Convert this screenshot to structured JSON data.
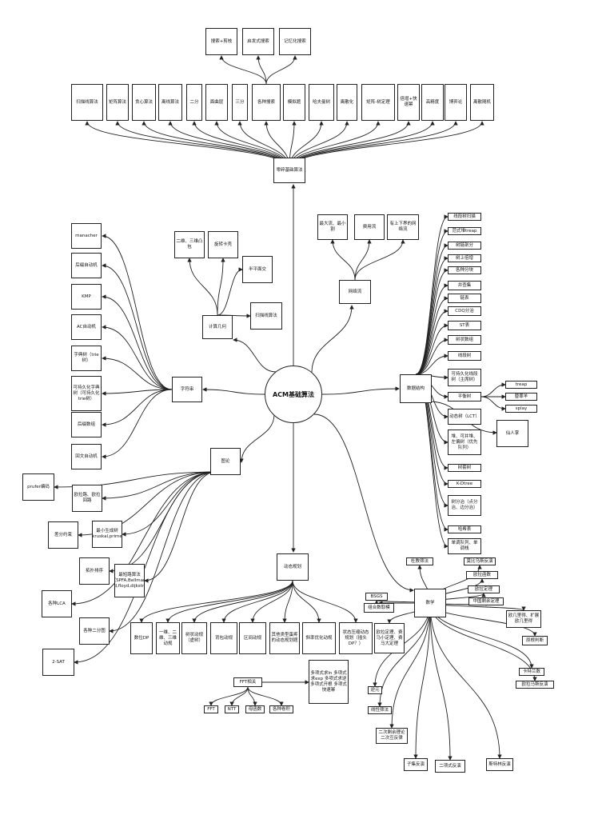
{
  "root": "ACM基础算法",
  "categories": {
    "basic": "零碎基础算法",
    "geometry": "计算几何",
    "netflow": "网络流",
    "datastruct": "数据结构",
    "string": "字符串",
    "graph": "图论",
    "dp": "动态规划",
    "math": "数学",
    "fft": "FFT相关"
  },
  "basic_children": [
    "扫描线算法",
    "矩阵算法",
    "贪心算法",
    "离线算法",
    "二分",
    "面曲层",
    "三分",
    "各种搜索",
    "模拟题",
    "哈夫曼树",
    "离散化",
    "矩阵-树定理",
    "倍增+快速幂",
    "高精度",
    "博弈论",
    "离散随机"
  ],
  "search_children": [
    "搜索+剪枝",
    "启发式搜索",
    "记忆化搜索"
  ],
  "geometry_children": [
    "二维、三维凸包",
    "旋转卡壳",
    "半平面交",
    "扫描线算法"
  ],
  "netflow_children": [
    "最大流、最小割",
    "费用流",
    "有上下界的网络流"
  ],
  "datastruct_children": [
    "线段树扫描",
    "范式堆treap",
    "树链剖分",
    "树上倍增",
    "各种分块",
    "并查集",
    "链表",
    "CDQ分治",
    "ST表",
    "树状数组",
    "线段树",
    "可持久化线段树（主席树）",
    "平衡树",
    "动态树（LCT）",
    "堆、可并堆、左偏树（优先队列）",
    "树套树",
    "K-Dtree",
    "树分治（点分治、边分治）",
    "哈希表",
    "单调队列、单调栈"
  ],
  "balanced_children": [
    "treap",
    "替罪羊",
    "splay"
  ],
  "lct_extra": "仙人掌",
  "string_children": [
    "manacher",
    "后缀自动机",
    "KMP",
    "AC自动机",
    "字典树（trie树）",
    "可持久化字典树（可持久化trie树）",
    "后缀数组",
    "回文自动机"
  ],
  "graph_children": [
    "prufer编码",
    "欧拉路、欧拉回路",
    "差分约束",
    "最小生成树（kruskal,prime）",
    "拓扑排序",
    "最短路算法（SPFA,Bellman-ford,floyd,dijkstra）",
    "各种LCA",
    "各种二分图",
    "2-SAT"
  ],
  "dp_children": [
    "数位DP",
    "一维、二维、三维动规",
    "树状动规（虚树）",
    "背包动规",
    "区间动规",
    "其他类型蛋疼的动态规划题",
    "斜率优化动规",
    "状态压缩动态规划（插头DP？）"
  ],
  "fft_children": [
    "FFT",
    "NTT",
    "母函数",
    "各种卷积"
  ],
  "fft_target": [
    "多项式求ln",
    "多项式求exp",
    "多项式求逆",
    "多项式开根",
    "多项式快速幂"
  ],
  "math_children": [
    "杜教筛法",
    "莫比乌斯反演",
    "欧拉函数",
    "欧拉定理",
    "中国剩余定理",
    "BSGS",
    "组合数取模",
    "欧几里得、扩展欧几里得",
    "原根判断",
    "卡特兰数",
    "欧拉马斯反演",
    "欧拉定理、费马小定理、费马大定理",
    "逆元",
    "线性筛法",
    "二次剩余理论二次互反律",
    "子集反演",
    "二项式反演",
    "斯特林反演"
  ]
}
